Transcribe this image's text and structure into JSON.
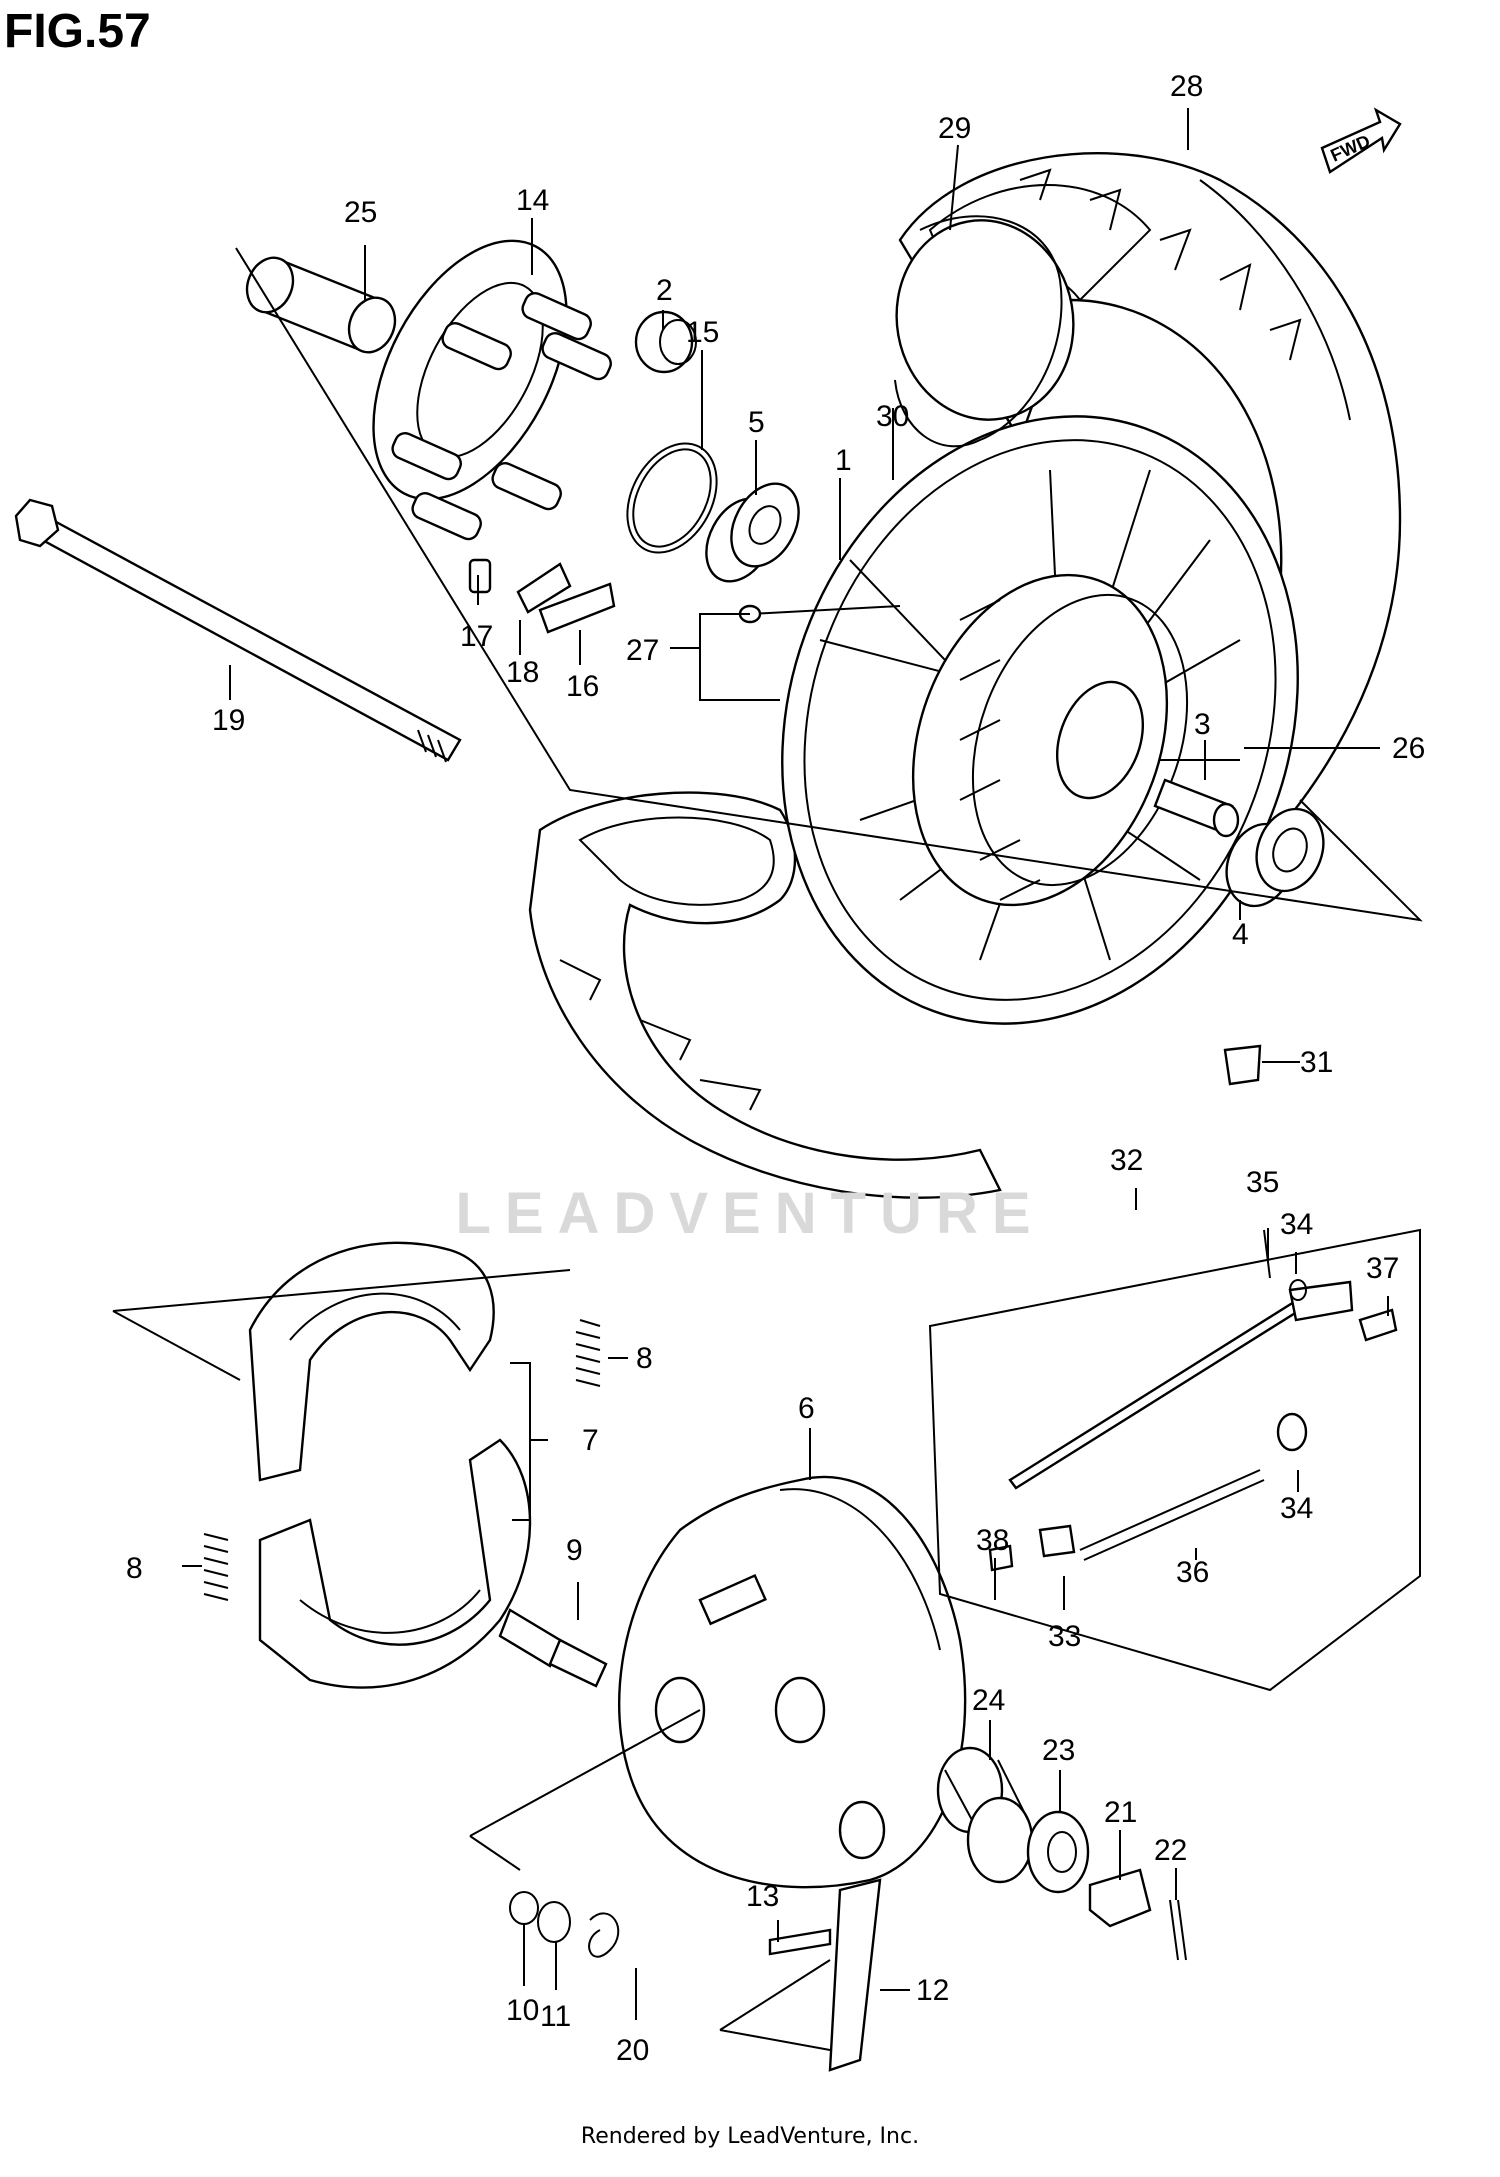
{
  "figure": {
    "title": "FIG.57",
    "direction_badge": "FWD",
    "watermark": "LEADVENTURE",
    "footer": "Rendered by LeadVenture, Inc."
  },
  "callouts": [
    "1",
    "2",
    "3",
    "4",
    "5",
    "6",
    "7",
    "8",
    "8",
    "9",
    "10",
    "11",
    "12",
    "13",
    "14",
    "15",
    "16",
    "17",
    "18",
    "19",
    "20",
    "21",
    "22",
    "23",
    "24",
    "25",
    "26",
    "27",
    "28",
    "29",
    "30",
    "31",
    "32",
    "33",
    "34",
    "34",
    "35",
    "36",
    "37",
    "38"
  ]
}
